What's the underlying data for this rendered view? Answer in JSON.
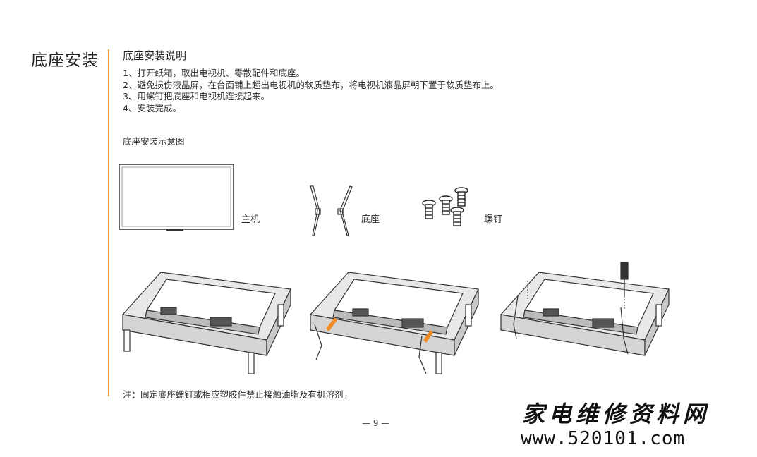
{
  "section_title": "底座安装",
  "sub_title": "底座安装说明",
  "steps": [
    "1、打开纸箱，取出电视机、零散配件和底座。",
    "2、避免损伤液晶屏，在台面铺上超出电视机的软质垫布，将电视机液晶屏朝下置于软质垫布上。",
    "3、用螺钉把底座和电视机连接起来。",
    "4、安装完成。"
  ],
  "diagram_title": "底座安装示意图",
  "parts": {
    "main_unit": "主机",
    "base": "底座",
    "screws": "螺钉"
  },
  "note": "注：固定底座螺钉或相应塑胶件禁止接触油脂及有机溶剂。",
  "page_number": "— 9 —",
  "watermark": {
    "chinese": "家电维修资料网",
    "url": "www.520101.com"
  },
  "colors": {
    "accent_rule": "#f0a040",
    "arrow": "#f08c28"
  }
}
